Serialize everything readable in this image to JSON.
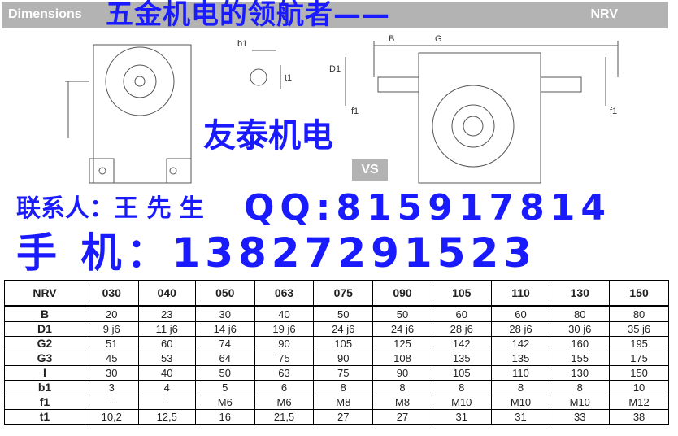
{
  "header": {
    "title": "Dimensions",
    "model": "NRV"
  },
  "watermark": {
    "line1": "五金机电的领航者——",
    "line2": "友泰机电",
    "contact": "联系人：王 先 生",
    "qq": "QQ:815917814",
    "phone": "手 机：13827291523"
  },
  "drawing": {
    "vs_label": "VS",
    "labels": {
      "b1": "b1",
      "t1": "t1",
      "D1": "D1",
      "f1": "f1",
      "B": "B",
      "G": "G"
    }
  },
  "table": {
    "headers": [
      "NRV",
      "030",
      "040",
      "050",
      "063",
      "075",
      "090",
      "105",
      "110",
      "130",
      "150"
    ],
    "rows": [
      {
        "key": "B",
        "values": [
          "20",
          "23",
          "30",
          "40",
          "50",
          "50",
          "60",
          "60",
          "80",
          "80"
        ]
      },
      {
        "key": "D1",
        "values": [
          "9 j6",
          "11 j6",
          "14 j6",
          "19 j6",
          "24 j6",
          "24 j6",
          "28 j6",
          "28 j6",
          "30 j6",
          "35 j6"
        ]
      },
      {
        "key": "G2",
        "values": [
          "51",
          "60",
          "74",
          "90",
          "105",
          "125",
          "142",
          "142",
          "160",
          "195"
        ]
      },
      {
        "key": "G3",
        "values": [
          "45",
          "53",
          "64",
          "75",
          "90",
          "108",
          "135",
          "135",
          "155",
          "175"
        ]
      },
      {
        "key": "I",
        "values": [
          "30",
          "40",
          "50",
          "63",
          "75",
          "90",
          "105",
          "110",
          "130",
          "150"
        ]
      },
      {
        "key": "b1",
        "values": [
          "3",
          "4",
          "5",
          "6",
          "8",
          "8",
          "8",
          "8",
          "8",
          "10"
        ]
      },
      {
        "key": "f1",
        "values": [
          "-",
          "-",
          "M6",
          "M6",
          "M8",
          "M8",
          "M10",
          "M10",
          "M10",
          "M12"
        ]
      },
      {
        "key": "t1",
        "values": [
          "10,2",
          "12,5",
          "16",
          "21,5",
          "27",
          "27",
          "31",
          "31",
          "33",
          "38"
        ]
      }
    ]
  }
}
